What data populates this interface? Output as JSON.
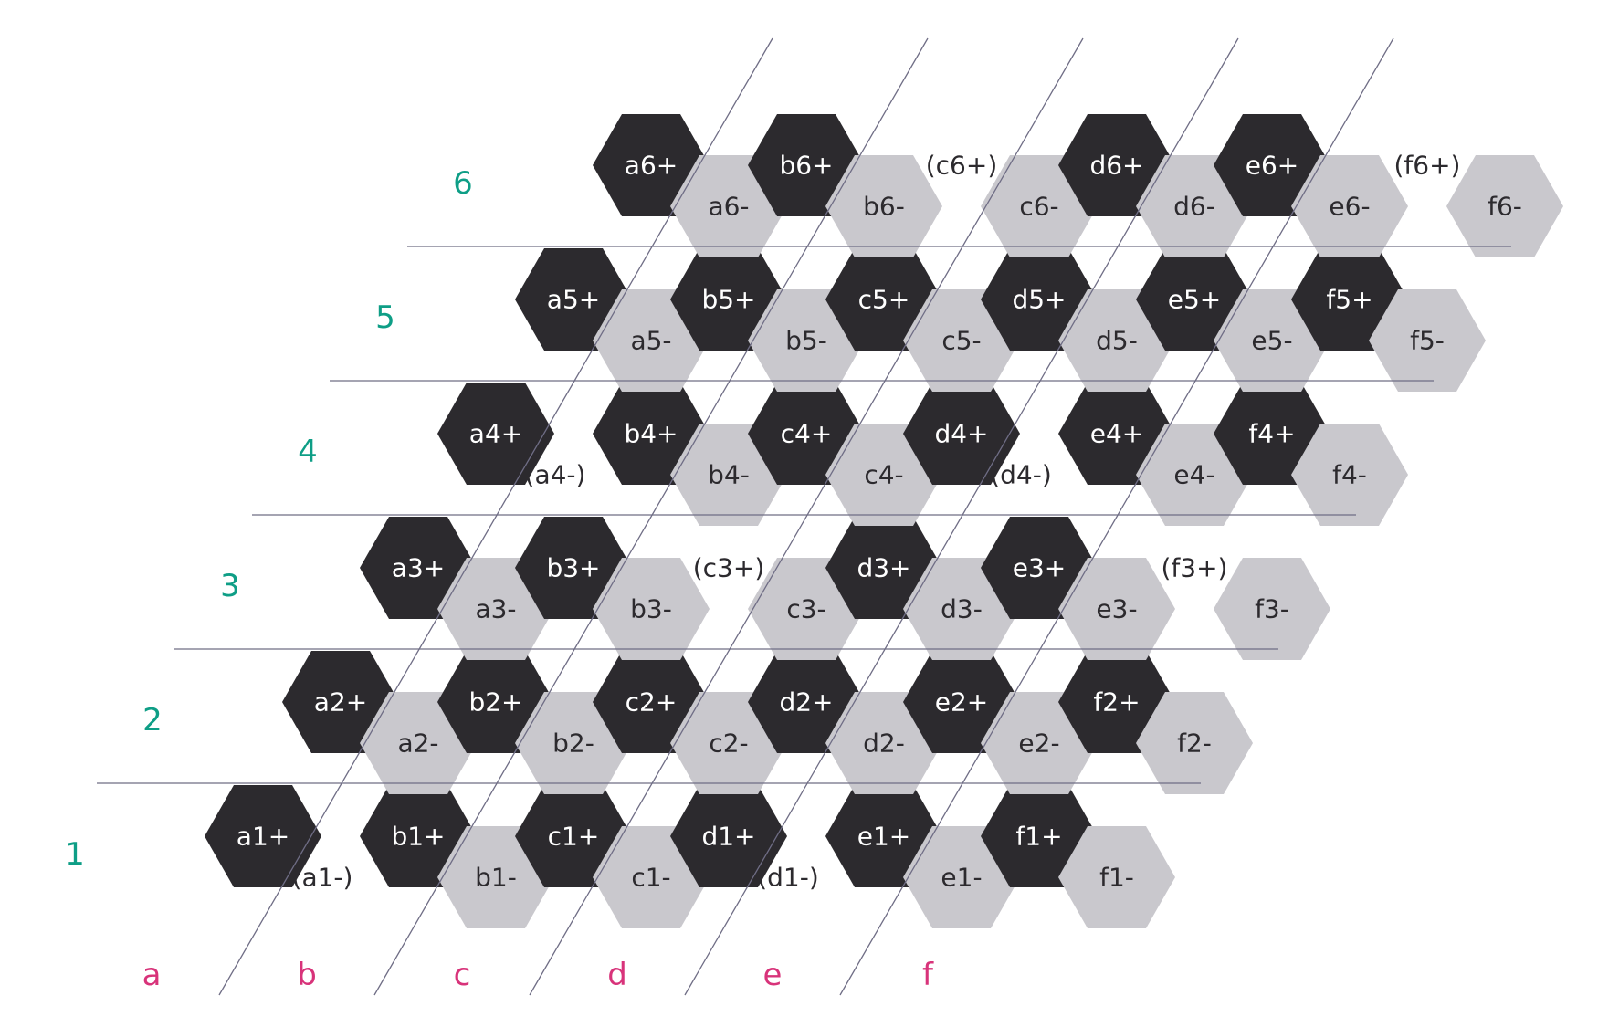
{
  "colors": {
    "plus_hex": "#2c2a2e",
    "minus_hex": "#c9c8cd",
    "plus_text": "#ffffff",
    "minus_text": "#2c2a2e",
    "ghost_text": "#2c2a2e",
    "grid_line": "#6f6d85",
    "row_label": "#0e9e86",
    "col_label": "#d8337a"
  },
  "grid": {
    "columns": [
      "a",
      "b",
      "c",
      "d",
      "e",
      "f"
    ],
    "rows": [
      "1",
      "2",
      "3",
      "4",
      "5",
      "6"
    ]
  },
  "cells": [
    {
      "col": 0,
      "row": 0,
      "plus": "a1+",
      "minus": "(a1-)",
      "minus_missing": true
    },
    {
      "col": 1,
      "row": 0,
      "plus": "b1+",
      "minus": "b1-"
    },
    {
      "col": 2,
      "row": 0,
      "plus": "c1+",
      "minus": "c1-"
    },
    {
      "col": 3,
      "row": 0,
      "plus": "d1+",
      "minus": "(d1-)",
      "minus_missing": true
    },
    {
      "col": 4,
      "row": 0,
      "plus": "e1+",
      "minus": "e1-"
    },
    {
      "col": 5,
      "row": 0,
      "plus": "f1+",
      "minus": "f1-"
    },
    {
      "col": 0,
      "row": 1,
      "plus": "a2+",
      "minus": "a2-"
    },
    {
      "col": 1,
      "row": 1,
      "plus": "b2+",
      "minus": "b2-"
    },
    {
      "col": 2,
      "row": 1,
      "plus": "c2+",
      "minus": "c2-"
    },
    {
      "col": 3,
      "row": 1,
      "plus": "d2+",
      "minus": "d2-"
    },
    {
      "col": 4,
      "row": 1,
      "plus": "e2+",
      "minus": "e2-"
    },
    {
      "col": 5,
      "row": 1,
      "plus": "f2+",
      "minus": "f2-"
    },
    {
      "col": 0,
      "row": 2,
      "plus": "a3+",
      "minus": "a3-"
    },
    {
      "col": 1,
      "row": 2,
      "plus": "b3+",
      "minus": "b3-"
    },
    {
      "col": 2,
      "row": 2,
      "plus": "(c3+)",
      "minus": "c3-",
      "plus_missing": true
    },
    {
      "col": 3,
      "row": 2,
      "plus": "d3+",
      "minus": "d3-"
    },
    {
      "col": 4,
      "row": 2,
      "plus": "e3+",
      "minus": "e3-"
    },
    {
      "col": 5,
      "row": 2,
      "plus": "(f3+)",
      "minus": "f3-",
      "plus_missing": true
    },
    {
      "col": 0,
      "row": 3,
      "plus": "a4+",
      "minus": "(a4-)",
      "minus_missing": true
    },
    {
      "col": 1,
      "row": 3,
      "plus": "b4+",
      "minus": "b4-"
    },
    {
      "col": 2,
      "row": 3,
      "plus": "c4+",
      "minus": "c4-"
    },
    {
      "col": 3,
      "row": 3,
      "plus": "d4+",
      "minus": "(d4-)",
      "minus_missing": true
    },
    {
      "col": 4,
      "row": 3,
      "plus": "e4+",
      "minus": "e4-"
    },
    {
      "col": 5,
      "row": 3,
      "plus": "f4+",
      "minus": "f4-"
    },
    {
      "col": 0,
      "row": 4,
      "plus": "a5+",
      "minus": "a5-"
    },
    {
      "col": 1,
      "row": 4,
      "plus": "b5+",
      "minus": "b5-"
    },
    {
      "col": 2,
      "row": 4,
      "plus": "c5+",
      "minus": "c5-"
    },
    {
      "col": 3,
      "row": 4,
      "plus": "d5+",
      "minus": "d5-"
    },
    {
      "col": 4,
      "row": 4,
      "plus": "e5+",
      "minus": "e5-"
    },
    {
      "col": 5,
      "row": 4,
      "plus": "f5+",
      "minus": "f5-"
    },
    {
      "col": 0,
      "row": 5,
      "plus": "a6+",
      "minus": "a6-"
    },
    {
      "col": 1,
      "row": 5,
      "plus": "b6+",
      "minus": "b6-"
    },
    {
      "col": 2,
      "row": 5,
      "plus": "(c6+)",
      "minus": "c6-",
      "plus_missing": true
    },
    {
      "col": 3,
      "row": 5,
      "plus": "d6+",
      "minus": "d6-"
    },
    {
      "col": 4,
      "row": 5,
      "plus": "e6+",
      "minus": "e6-"
    },
    {
      "col": 5,
      "row": 5,
      "plus": "(f6+)",
      "minus": "f6-",
      "plus_missing": true
    }
  ]
}
